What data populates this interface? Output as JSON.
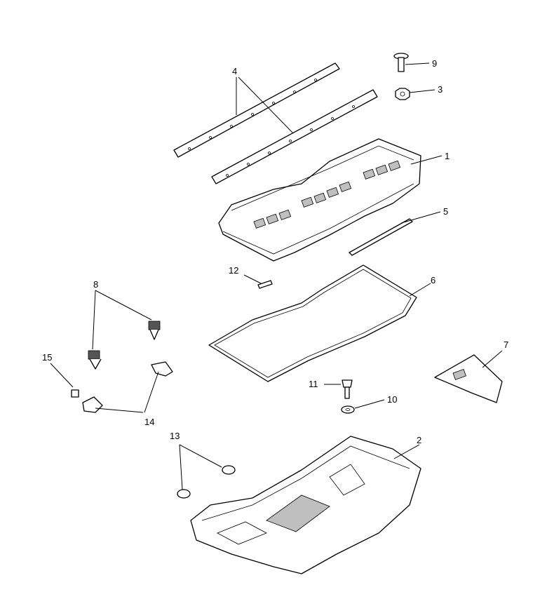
{
  "callouts": [
    "1",
    "2",
    "3",
    "4",
    "5",
    "6",
    "7",
    "8",
    "9",
    "10",
    "11",
    "12",
    "13",
    "14",
    "15"
  ],
  "icons": {
    "skid_plate": "upper-skid-plate-part",
    "lower_pan": "lower-pan-part",
    "nut": "nut-part",
    "strips": "edge-strip-part",
    "trim_strip": "trim-strip-part",
    "seal": "seal-ring-part",
    "cover_plate": "cover-plate-part",
    "latches": "latch-part",
    "bolt_9": "bolt-part",
    "washer": "washer-part",
    "bolt_11": "bolt-part",
    "pin": "pin-part",
    "plugs": "plug-part",
    "brackets": "bracket-part",
    "clip": "clip-part"
  }
}
